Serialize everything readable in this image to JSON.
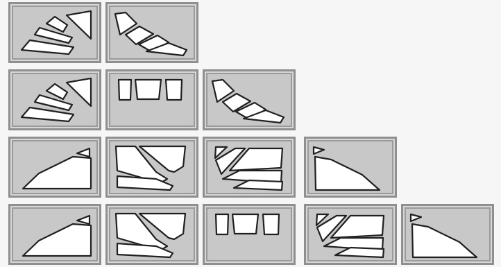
{
  "tiles": [
    {
      "row": 1,
      "col": 1,
      "pattern": "fan-up-right"
    },
    {
      "row": 1,
      "col": 2,
      "pattern": "fan-down-right"
    },
    {
      "row": 2,
      "col": 1,
      "pattern": "fan-up-right"
    },
    {
      "row": 2,
      "col": 2,
      "pattern": "three-blocks-top"
    },
    {
      "row": 2,
      "col": 3,
      "pattern": "fan-down-right"
    },
    {
      "row": 3,
      "col": 1,
      "pattern": "wedge-up-right"
    },
    {
      "row": 3,
      "col": 2,
      "pattern": "fan-left-down"
    },
    {
      "row": 3,
      "col": 3,
      "pattern": "fan-right-down"
    },
    {
      "row": 3,
      "col": 4,
      "pattern": "wedge-down-right"
    },
    {
      "row": 4,
      "col": 1,
      "pattern": "wedge-up-right"
    },
    {
      "row": 4,
      "col": 2,
      "pattern": "fan-left-down"
    },
    {
      "row": 4,
      "col": 3,
      "pattern": "three-blocks-top"
    },
    {
      "row": 4,
      "col": 4,
      "pattern": "fan-right-down"
    },
    {
      "row": 4,
      "col": 5,
      "pattern": "wedge-down-right"
    }
  ]
}
